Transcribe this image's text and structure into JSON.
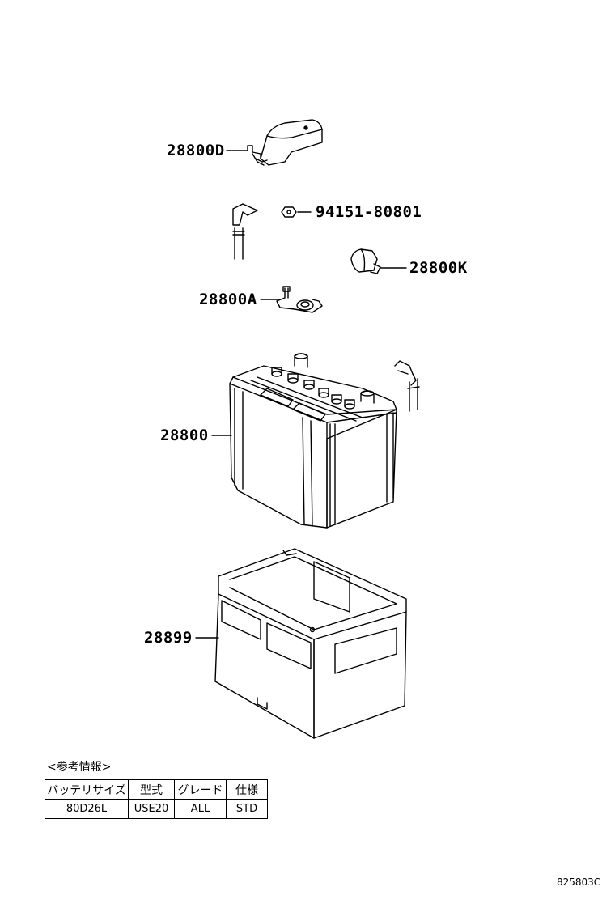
{
  "callouts": {
    "terminal_cover": "28800D",
    "nut": "94151-80801",
    "negative_cover": "28800K",
    "positive_clamp": "28800A",
    "battery": "28800",
    "battery_tray": "28899"
  },
  "reference": {
    "title": "<参考情報>",
    "headers": [
      "バッテリサイズ",
      "型式",
      "グレード",
      "仕様"
    ],
    "row": [
      "80D26L",
      "USE20",
      "ALL",
      "STD"
    ]
  },
  "drawing_code": "825803C",
  "colors": {
    "ink": "#000000",
    "paper": "#ffffff"
  }
}
